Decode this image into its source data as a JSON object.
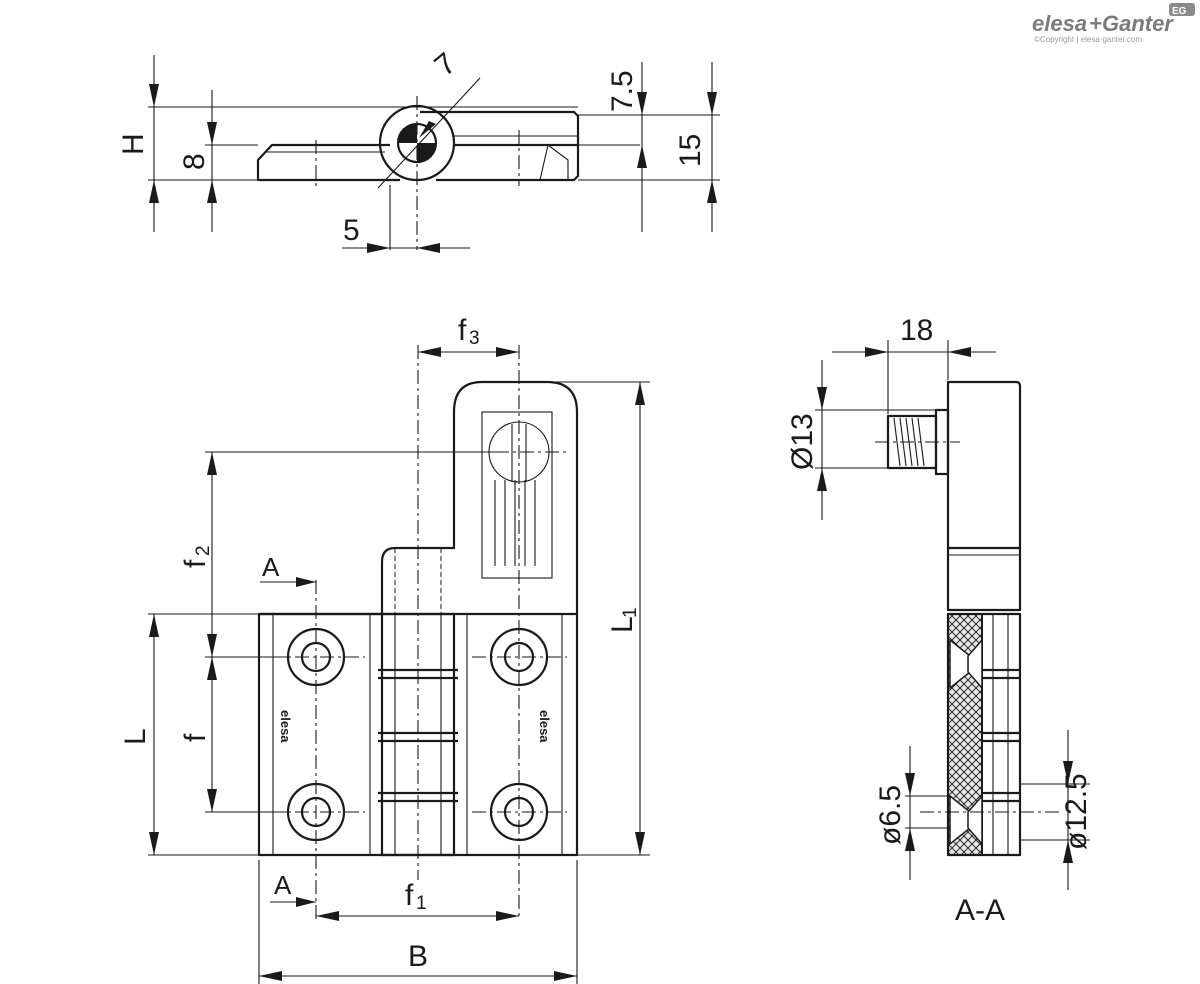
{
  "brand": {
    "name_left": "elesa",
    "name_plus": "+",
    "name_right": "Ganter",
    "badge": "EG",
    "copyright": "©Copyright | elesa-ganter.com"
  },
  "part_mark": "elesa",
  "top_view": {
    "dim_H": "H",
    "dim_8": "8",
    "dim_7": "7",
    "dim_7_5": "7.5",
    "dim_15": "15",
    "dim_5": "5"
  },
  "front_view": {
    "dim_f3": "f",
    "dim_f3_sub": "3",
    "dim_f2": "f",
    "dim_f2_sub": "2",
    "dim_f": "f",
    "dim_L": "L",
    "dim_L1": "L",
    "dim_L1_sub": "1",
    "dim_f1": "f",
    "dim_f1_sub": "1",
    "dim_B": "B",
    "section_top": "A",
    "section_bottom": "A"
  },
  "side_view": {
    "dim_18": "18",
    "dim_d13": "Ø13",
    "dim_d6_5": "ø6.5",
    "dim_d12_5": "ø12.5",
    "dim_12_5": "12.5",
    "section_label": "A-A"
  }
}
